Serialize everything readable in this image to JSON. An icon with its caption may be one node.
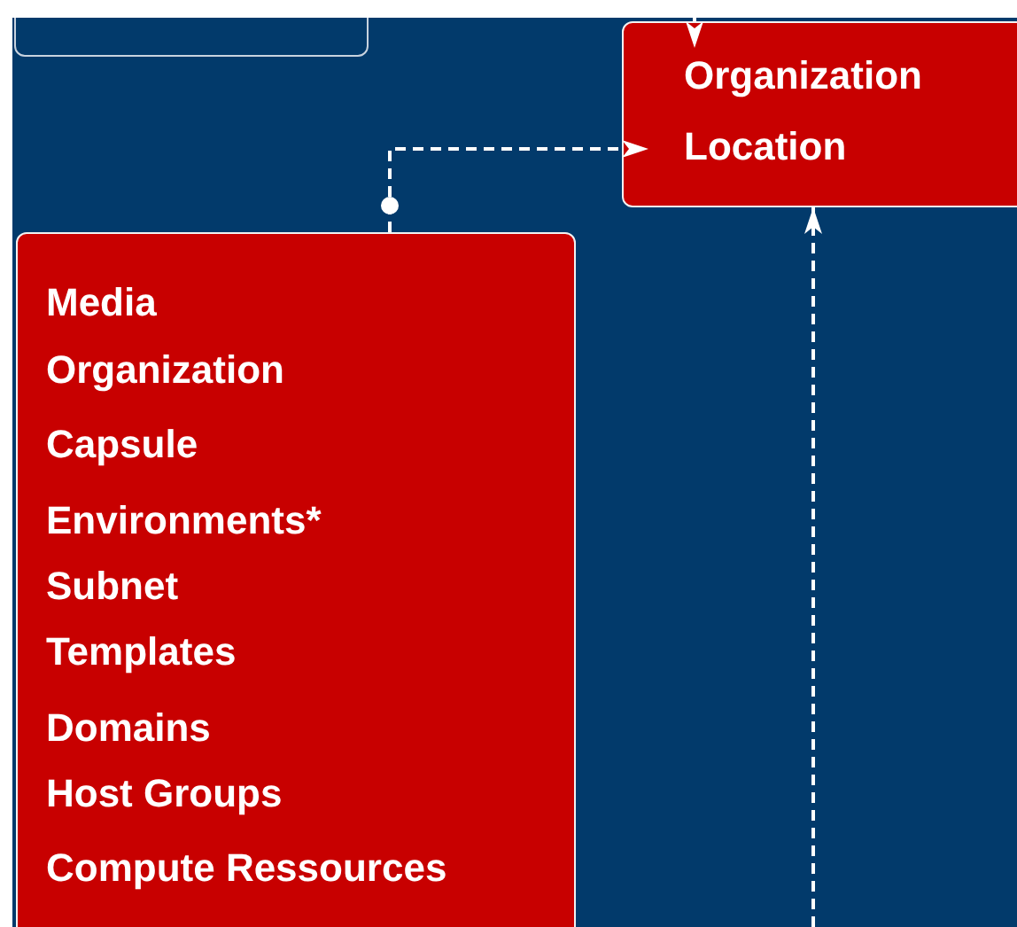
{
  "diagram": {
    "nodes": [
      {
        "text": [],
        "shape": "box"
      },
      {
        "text": [
          "Organization",
          "Location"
        ]
      },
      {
        "text": [
          "Media",
          "Organization",
          "Capsule",
          "Environments*",
          "Subnet",
          "Templates",
          "Domains",
          "Host Groups",
          "Compute Ressources"
        ]
      }
    ],
    "edges": [
      {
        "from": null,
        "to": 1,
        "arrow": "to"
      },
      {
        "from": 2,
        "to": 1,
        "arrow": "to",
        "style": "dashed"
      },
      {
        "from": null,
        "to": 1,
        "arrow": "to",
        "style": "dashed"
      }
    ]
  }
}
